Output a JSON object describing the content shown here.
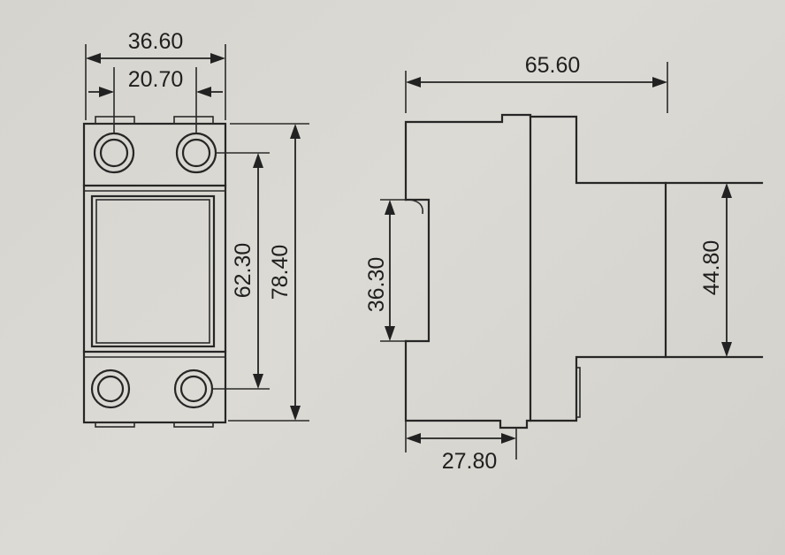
{
  "front_view": {
    "dim_outer_width": "36.60",
    "dim_inner_width": "20.70",
    "dim_terminal_height": "62.30",
    "dim_total_height": "78.40"
  },
  "side_view": {
    "dim_total_depth": "65.60",
    "dim_front_height": "36.30",
    "dim_rail_height": "44.80",
    "dim_rail_offset": "27.80"
  }
}
